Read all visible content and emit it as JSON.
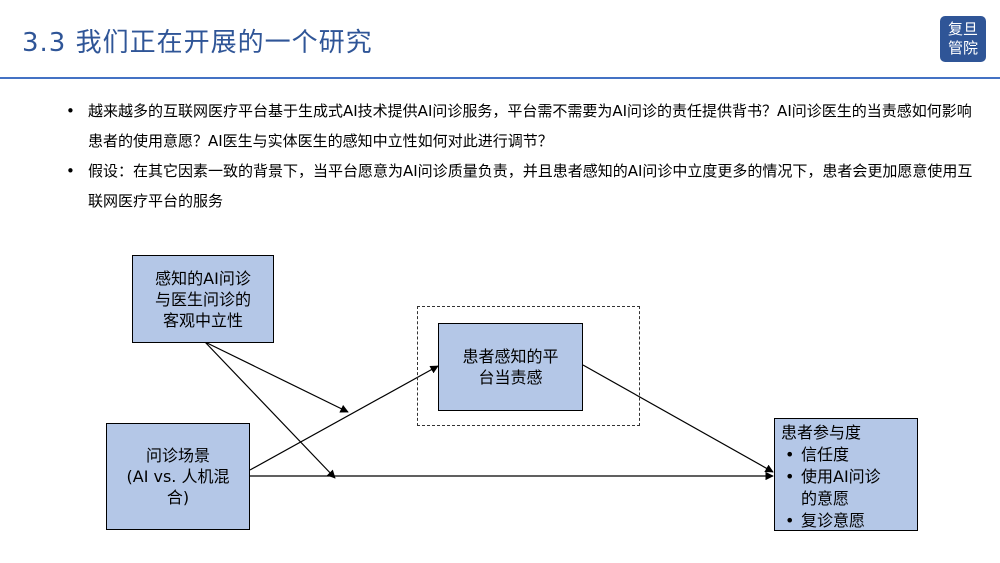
{
  "header": {
    "title": "3.3 我们正在开展的一个研究",
    "logo_line1": "复旦",
    "logo_line2": "管院"
  },
  "bullets": [
    "越来越多的互联网医疗平台基于生成式AI技术提供AI问诊服务，平台需不需要为AI问诊的责任提供背书？AI问诊医生的当责感如何影响患者的使用意愿？AI医生与实体医生的感知中立性如何对此进行调节？",
    "假设：在其它因素一致的背景下，当平台愿意为AI问诊质量负责，并且患者感知的AI问诊中立度更多的情况下，患者会更加愿意使用互联网医疗平台的服务"
  ],
  "bullet_symbol": "•",
  "diagram": {
    "moderator": "感知的AI问诊与医生问诊的客观中立性",
    "moderator_lines": [
      "感知的AI问诊",
      "与医生问诊的",
      "客观中立性"
    ],
    "independent_lines": [
      "问诊场景",
      "(AI vs. 人机混",
      "合)"
    ],
    "mediator_lines": [
      "患者感知的平",
      "台当责感"
    ],
    "outcome": {
      "title": "患者参与度",
      "items": [
        "信任度",
        "使用AI问诊的意愿",
        "复诊意愿"
      ],
      "item2_lines": [
        "使用AI问诊",
        "的意愿"
      ]
    }
  },
  "colors": {
    "title": "#2f5597",
    "rule": "#4472c4",
    "box_fill": "#b4c7e7",
    "logo_bg": "#2f5597"
  }
}
